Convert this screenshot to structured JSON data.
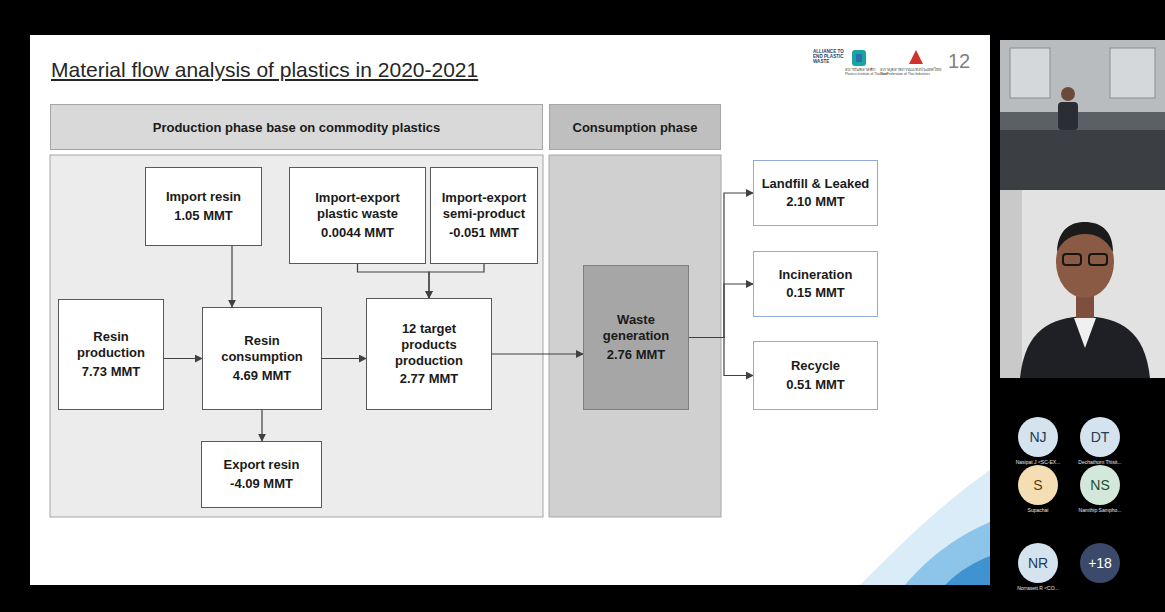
{
  "diagram": {
    "title": "Material flow analysis of plastics in 2020-2021",
    "nodes": [
      {
        "text": [
          "Production phase base on commodity plastics"
        ]
      },
      {
        "text": [
          "Import resin",
          "1.05 MMT"
        ],
        "in": 0
      },
      {
        "text": [
          "Import-export plastic waste",
          "0.0044 MMT"
        ],
        "in": 0
      },
      {
        "text": [
          "Import-export semi-product",
          "-0.051 MMT"
        ],
        "in": 0
      },
      {
        "text": [
          "Resin production",
          "7.73 MMT"
        ],
        "in": 0
      },
      {
        "text": [
          "Resin consumption",
          "4.69 MMT"
        ],
        "in": 0
      },
      {
        "text": [
          "12 target products production",
          "2.77 MMT"
        ],
        "in": 0
      },
      {
        "text": [
          "Export resin",
          "-4.09 MMT"
        ],
        "in": 0
      },
      {
        "text": [
          "Consumption phase"
        ]
      },
      {
        "text": [
          "Waste generation",
          "2.76 MMT"
        ],
        "in": 8
      },
      {
        "text": [
          "Landfill & Leaked",
          "2.10 MMT"
        ]
      },
      {
        "text": [
          "Incineration",
          "0.15 MMT"
        ]
      },
      {
        "text": [
          "Recycle",
          "0.51 MMT"
        ]
      },
      {
        "text": [
          "NJ",
          "Nasipat J <SC-EX..."
        ]
      },
      {
        "text": [
          "DT",
          "Dechathorn Thisit..."
        ]
      },
      {
        "text": [
          "S",
          "Supachai"
        ]
      },
      {
        "text": [
          "NS",
          "Namthip Sampho..."
        ]
      },
      {
        "text": [
          "NR",
          "Norrasett R <CO..."
        ]
      },
      {
        "text": [
          "+18"
        ]
      }
    ],
    "edges": [
      {
        "from": 1,
        "to": 5,
        "arrow": "to"
      },
      {
        "from": 4,
        "to": 5,
        "arrow": "to"
      },
      {
        "from": 5,
        "to": 6,
        "arrow": "to"
      },
      {
        "from": 5,
        "to": 7,
        "arrow": "to"
      },
      {
        "from": 2,
        "to": 6,
        "arrow": "to"
      },
      {
        "from": 3,
        "to": 6,
        "arrow": "to"
      },
      {
        "from": 6,
        "to": 9,
        "arrow": "to"
      },
      {
        "from": 9,
        "to": 10,
        "arrow": "to"
      },
      {
        "from": 9,
        "to": 11,
        "arrow": "to"
      },
      {
        "from": 9,
        "to": 12,
        "arrow": "to"
      }
    ],
    "labels": [
      "ALLIANCE TO END PLASTIC WASTE",
      "สถาบันพลาสติก",
      "Plastics Institute of Thailand",
      "สภาอุตสาหกรรมแห่งประเทศไทย",
      "The Federation of Thai Industries",
      "12"
    ]
  }
}
